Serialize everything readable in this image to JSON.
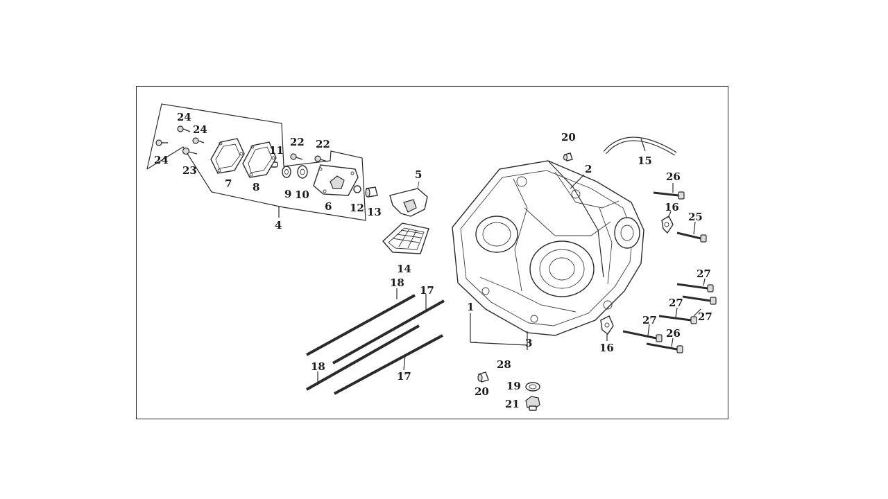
{
  "labels": [
    {
      "id": "l24a",
      "text": "24"
    },
    {
      "id": "l24b",
      "text": "24"
    },
    {
      "id": "l24c",
      "text": "24"
    },
    {
      "id": "l23",
      "text": "23"
    },
    {
      "id": "l7",
      "text": "7"
    },
    {
      "id": "l8",
      "text": "8"
    },
    {
      "id": "l11",
      "text": "11"
    },
    {
      "id": "l22a",
      "text": "22"
    },
    {
      "id": "l22b",
      "text": "22"
    },
    {
      "id": "l9",
      "text": "9"
    },
    {
      "id": "l10",
      "text": "10"
    },
    {
      "id": "l6",
      "text": "6"
    },
    {
      "id": "l12",
      "text": "12"
    },
    {
      "id": "l13",
      "text": "13"
    },
    {
      "id": "l4",
      "text": "4"
    },
    {
      "id": "l5",
      "text": "5"
    },
    {
      "id": "l14",
      "text": "14"
    },
    {
      "id": "l20a",
      "text": "20"
    },
    {
      "id": "l2",
      "text": "2"
    },
    {
      "id": "l15",
      "text": "15"
    },
    {
      "id": "l26a",
      "text": "26"
    },
    {
      "id": "l16a",
      "text": "16"
    },
    {
      "id": "l25",
      "text": "25"
    },
    {
      "id": "l27a",
      "text": "27"
    },
    {
      "id": "l27b",
      "text": "27"
    },
    {
      "id": "l27c",
      "text": "27"
    },
    {
      "id": "l27d",
      "text": "27"
    },
    {
      "id": "l26b",
      "text": "26"
    },
    {
      "id": "l16b",
      "text": "16"
    },
    {
      "id": "l18a",
      "text": "18"
    },
    {
      "id": "l17a",
      "text": "17"
    },
    {
      "id": "l1",
      "text": "1"
    },
    {
      "id": "l3",
      "text": "3"
    },
    {
      "id": "l28",
      "text": "28"
    },
    {
      "id": "l18b",
      "text": "18"
    },
    {
      "id": "l17b",
      "text": "17"
    },
    {
      "id": "l20b",
      "text": "20"
    },
    {
      "id": "l19",
      "text": "19"
    },
    {
      "id": "l21",
      "text": "21"
    }
  ]
}
